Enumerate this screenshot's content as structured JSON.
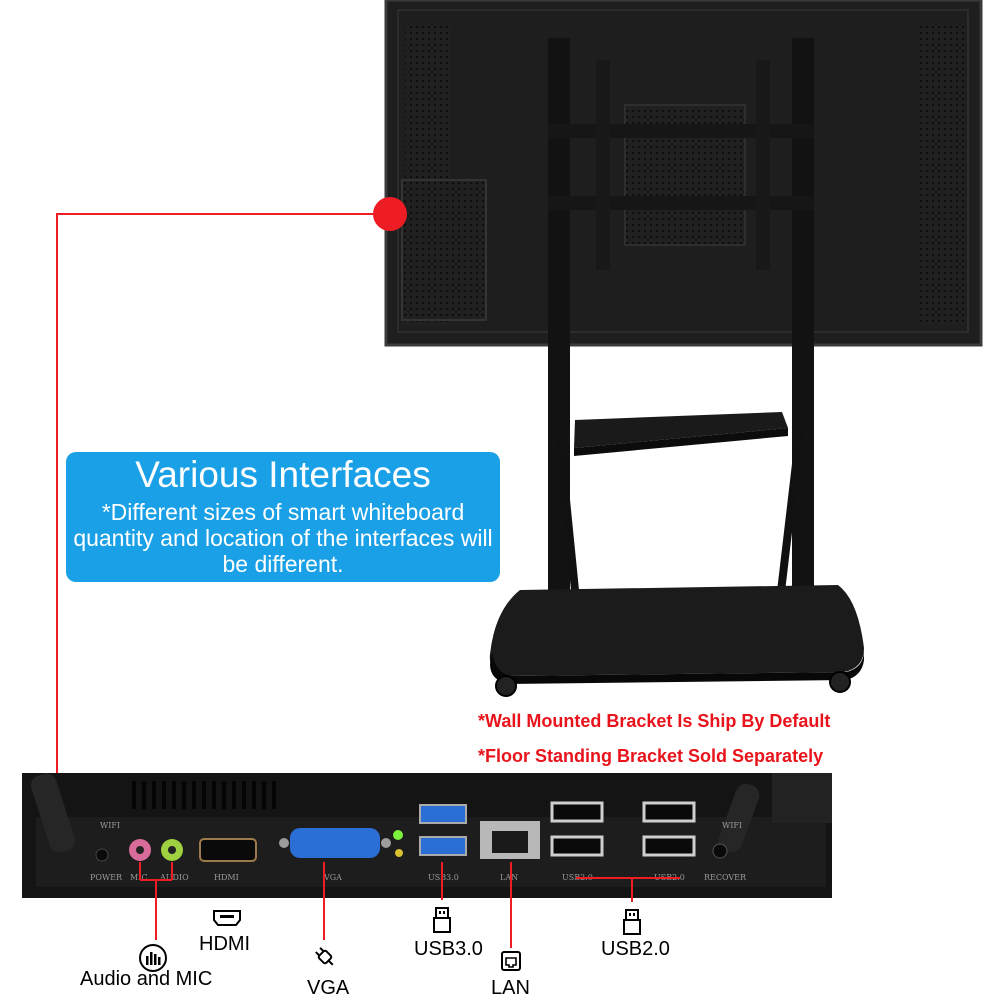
{
  "colors": {
    "callout_bg": "#1aa0e6",
    "connector_red": "#ee1c24",
    "note_red": "#e8131b",
    "panel_dark": "#141414",
    "usb3_blue": "#2b6fd6",
    "power_led_green": "#7cf23c"
  },
  "callout": {
    "title": "Various Interfaces",
    "description": "*Different sizes of smart whiteboard quantity and location of the interfaces will be different."
  },
  "notes": {
    "wall_mounted": "*Wall Mounted Bracket Is Ship By Default",
    "floor_standing": "*Floor Standing Bracket Sold Separately"
  },
  "panel_markings": {
    "wifi_left": "WIFI",
    "power": "POWER",
    "mic": "MIC",
    "audio": "AUDIO",
    "hdmi": "HDMI",
    "vga": "VGA",
    "usb3": "USB3.0",
    "lan": "LAN",
    "usb2_a": "USB2.0",
    "usb2_b": "USB2.0",
    "recover": "RECOVER",
    "wifi_right": "WIFI"
  },
  "interfaces": {
    "audio_mic": {
      "label": "Audio and MIC",
      "icon": "audio-icon"
    },
    "hdmi": {
      "label": "HDMI",
      "icon": "hdmi-icon"
    },
    "vga": {
      "label": "VGA",
      "icon": "vga-plug-icon"
    },
    "usb3": {
      "label": "USB3.0",
      "icon": "usb-icon"
    },
    "lan": {
      "label": "LAN",
      "icon": "lan-icon"
    },
    "usb2": {
      "label": "USB2.0",
      "icon": "usb-icon"
    }
  }
}
